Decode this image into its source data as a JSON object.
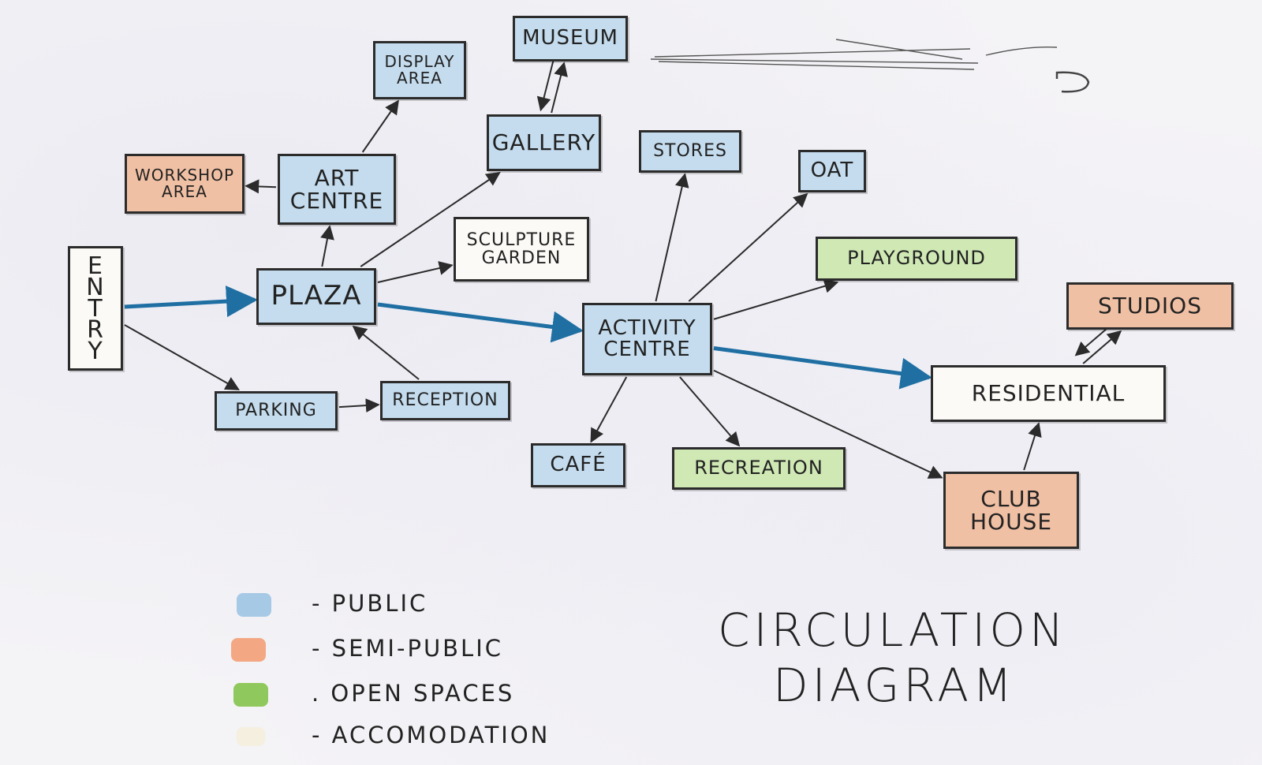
{
  "nodes": {
    "entry": {
      "lines": [
        "E",
        "N",
        "T",
        "R",
        "Y"
      ],
      "category": "accommodation"
    },
    "plaza": {
      "lines": [
        "PLAZA"
      ],
      "category": "public"
    },
    "parking": {
      "lines": [
        "PARKING"
      ],
      "category": "public"
    },
    "reception": {
      "lines": [
        "RECEPTION"
      ],
      "category": "public"
    },
    "art_centre": {
      "lines": [
        "ART",
        "CENTRE"
      ],
      "category": "public"
    },
    "workshop": {
      "lines": [
        "WORKSHOP",
        "AREA"
      ],
      "category": "semi_public"
    },
    "display": {
      "lines": [
        "DISPLAY",
        "AREA"
      ],
      "category": "public"
    },
    "museum": {
      "lines": [
        "MUSEUM"
      ],
      "category": "public"
    },
    "gallery": {
      "lines": [
        "GALLERY"
      ],
      "category": "public"
    },
    "sculpture": {
      "lines": [
        "SCULPTURE",
        "GARDEN"
      ],
      "category": "accommodation"
    },
    "activity": {
      "lines": [
        "ACTIVITY",
        "CENTRE"
      ],
      "category": "public"
    },
    "stores": {
      "lines": [
        "STORES"
      ],
      "category": "public"
    },
    "oat": {
      "lines": [
        "OAT"
      ],
      "category": "public"
    },
    "playground": {
      "lines": [
        "PLAYGROUND"
      ],
      "category": "open_spaces"
    },
    "cafe": {
      "lines": [
        "CAFÉ"
      ],
      "category": "public"
    },
    "recreation": {
      "lines": [
        "RECREATION"
      ],
      "category": "open_spaces"
    },
    "residential": {
      "lines": [
        "RESIDENTIAL"
      ],
      "category": "accommodation"
    },
    "studios": {
      "lines": [
        "STUDIOS"
      ],
      "category": "semi_public"
    },
    "club_house": {
      "lines": [
        "CLUB",
        "HOUSE"
      ],
      "category": "semi_public"
    }
  },
  "edges": [
    {
      "from": "entry",
      "to": "plaza",
      "kind": "main"
    },
    {
      "from": "entry",
      "to": "parking",
      "kind": "secondary"
    },
    {
      "from": "parking",
      "to": "reception",
      "kind": "secondary"
    },
    {
      "from": "reception",
      "to": "plaza",
      "kind": "secondary"
    },
    {
      "from": "plaza",
      "to": "art_centre",
      "kind": "secondary"
    },
    {
      "from": "art_centre",
      "to": "workshop",
      "kind": "secondary"
    },
    {
      "from": "art_centre",
      "to": "display",
      "kind": "secondary"
    },
    {
      "from": "plaza",
      "to": "gallery",
      "kind": "secondary"
    },
    {
      "from": "gallery",
      "to": "museum",
      "kind": "secondary"
    },
    {
      "from": "museum",
      "to": "gallery",
      "kind": "secondary"
    },
    {
      "from": "plaza",
      "to": "sculpture",
      "kind": "secondary"
    },
    {
      "from": "plaza",
      "to": "activity",
      "kind": "main"
    },
    {
      "from": "activity",
      "to": "stores",
      "kind": "secondary"
    },
    {
      "from": "activity",
      "to": "oat",
      "kind": "secondary"
    },
    {
      "from": "activity",
      "to": "playground",
      "kind": "secondary"
    },
    {
      "from": "activity",
      "to": "cafe",
      "kind": "secondary"
    },
    {
      "from": "activity",
      "to": "recreation",
      "kind": "secondary"
    },
    {
      "from": "activity",
      "to": "residential",
      "kind": "main"
    },
    {
      "from": "activity",
      "to": "club_house",
      "kind": "secondary"
    },
    {
      "from": "club_house",
      "to": "residential",
      "kind": "secondary"
    },
    {
      "from": "residential",
      "to": "studios",
      "kind": "secondary"
    },
    {
      "from": "studios",
      "to": "residential",
      "kind": "secondary"
    }
  ],
  "legend": [
    {
      "category": "public",
      "label": "- PUBLIC"
    },
    {
      "category": "semi_public",
      "label": "- SEMI-PUBLIC"
    },
    {
      "category": "open_spaces",
      "label": ". OPEN SPACES"
    },
    {
      "category": "accommodation",
      "label": "- ACCOMODATION"
    }
  ],
  "title": {
    "line1": "CIRCULATION",
    "line2": "DIAGRAM"
  },
  "colors": {
    "public": "#c4dcee",
    "semi_public": "#f0c0a4",
    "open_spaces": "#cfe8b4",
    "accommodation": "#fbfaf6",
    "main_path": "#1f6fa3",
    "secondary_path": "#2b2b2b"
  }
}
